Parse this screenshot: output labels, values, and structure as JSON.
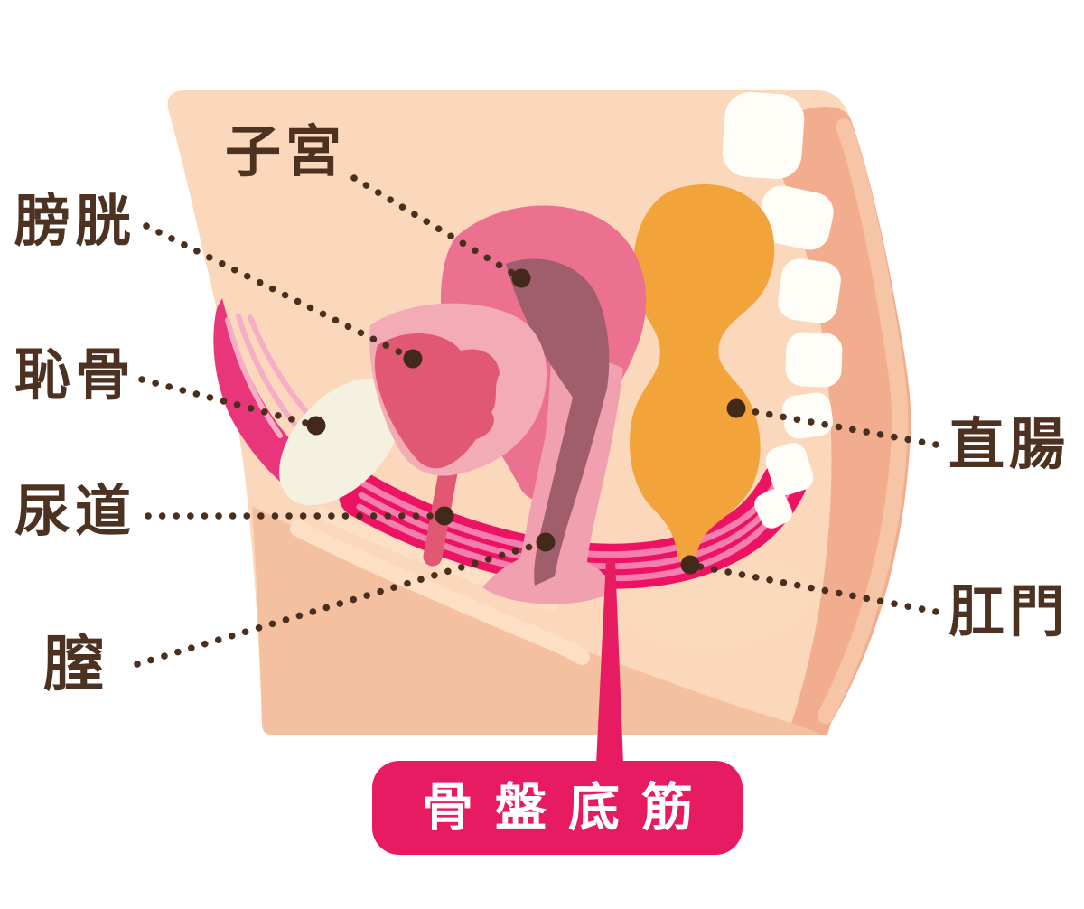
{
  "figure": {
    "type": "anatomy-illustration",
    "subject": "female pelvic floor cross-section",
    "language": "ja"
  },
  "labels": {
    "uterus": "子宮",
    "bladder": "膀胱",
    "pubic_bone": "恥骨",
    "urethra": "尿道",
    "vagina": "膣",
    "rectum": "直腸",
    "anus": "肛門"
  },
  "badge": {
    "text": "骨盤底筋"
  },
  "colors": {
    "background": "#ffffff",
    "skin_light": "#fbd8bb",
    "skin_mid": "#f5c0a0",
    "skin_shadow": "#f1ad8e",
    "skin_highlight": "#fcdfc5",
    "bone_white": "#fffdf8",
    "pubic_bone_cream": "#f4f1e1",
    "uterus_pink": "#ec7190",
    "uterus_cavity": "#a05d6c",
    "vagina_wall_pink": "#f1a0b0",
    "bladder_pink": "#f3abb5",
    "bladder_cavity": "#e15873",
    "muscle_band_pink": "#ec1362",
    "muscle_stripe_pink": "#f47fae",
    "abdominal_muscle_pink": "#e93579",
    "rectum_orange": "#f2a339",
    "leader_brown": "#4a2e1e",
    "label_brown": "#4d3222",
    "badge_pink": "#e71b62"
  }
}
